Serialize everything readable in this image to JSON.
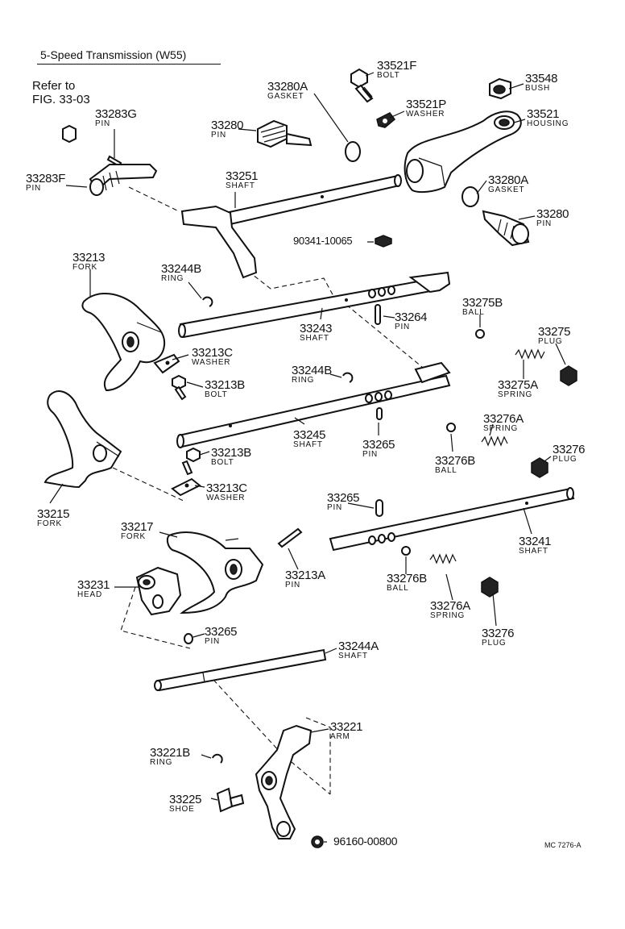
{
  "header": {
    "title": "5-Speed Transmission (W55)",
    "refer_line1": "Refer to",
    "refer_line2": "FIG. 33-03",
    "code": "MC 7276-A"
  },
  "parts": [
    {
      "number": "33521F",
      "name": "BOLT"
    },
    {
      "number": "33548",
      "name": "BUSH"
    },
    {
      "number": "33280A",
      "name": "GASKET"
    },
    {
      "number": "33521P",
      "name": "WASHER"
    },
    {
      "number": "33521",
      "name": "HOUSING"
    },
    {
      "number": "33283G",
      "name": "PIN"
    },
    {
      "number": "33280",
      "name": "PIN"
    },
    {
      "number": "33283F",
      "name": "PIN"
    },
    {
      "number": "33251",
      "name": "SHAFT"
    },
    {
      "number": "33280A",
      "name": "GASKET"
    },
    {
      "number": "33280",
      "name": "PIN"
    },
    {
      "number": "90341-10065",
      "name": ""
    },
    {
      "number": "33213",
      "name": "FORK"
    },
    {
      "number": "33244B",
      "name": "RING"
    },
    {
      "number": "33275B",
      "name": "BALL"
    },
    {
      "number": "33264",
      "name": "PIN"
    },
    {
      "number": "33243",
      "name": "SHAFT"
    },
    {
      "number": "33275",
      "name": "PLUG"
    },
    {
      "number": "33213C",
      "name": "WASHER"
    },
    {
      "number": "33244B",
      "name": "RING"
    },
    {
      "number": "33275A",
      "name": "SPRING"
    },
    {
      "number": "33213B",
      "name": "BOLT"
    },
    {
      "number": "33276A",
      "name": "SPRING"
    },
    {
      "number": "33245",
      "name": "SHAFT"
    },
    {
      "number": "33265",
      "name": "PIN"
    },
    {
      "number": "33276B",
      "name": "BALL"
    },
    {
      "number": "33276",
      "name": "PLUG"
    },
    {
      "number": "33213B",
      "name": "BOLT"
    },
    {
      "number": "33213C",
      "name": "WASHER"
    },
    {
      "number": "33215",
      "name": "FORK"
    },
    {
      "number": "33265",
      "name": "PIN"
    },
    {
      "number": "33217",
      "name": "FORK"
    },
    {
      "number": "33241",
      "name": "SHAFT"
    },
    {
      "number": "33231",
      "name": "HEAD"
    },
    {
      "number": "33213A",
      "name": "PIN"
    },
    {
      "number": "33276B",
      "name": "BALL"
    },
    {
      "number": "33276A",
      "name": "SPRING"
    },
    {
      "number": "33265",
      "name": "PIN"
    },
    {
      "number": "33276",
      "name": "PLUG"
    },
    {
      "number": "33244A",
      "name": "SHAFT"
    },
    {
      "number": "33221",
      "name": "ARM"
    },
    {
      "number": "33221B",
      "name": "RING"
    },
    {
      "number": "33225",
      "name": "SHOE"
    },
    {
      "number": "96160-00800",
      "name": ""
    }
  ]
}
